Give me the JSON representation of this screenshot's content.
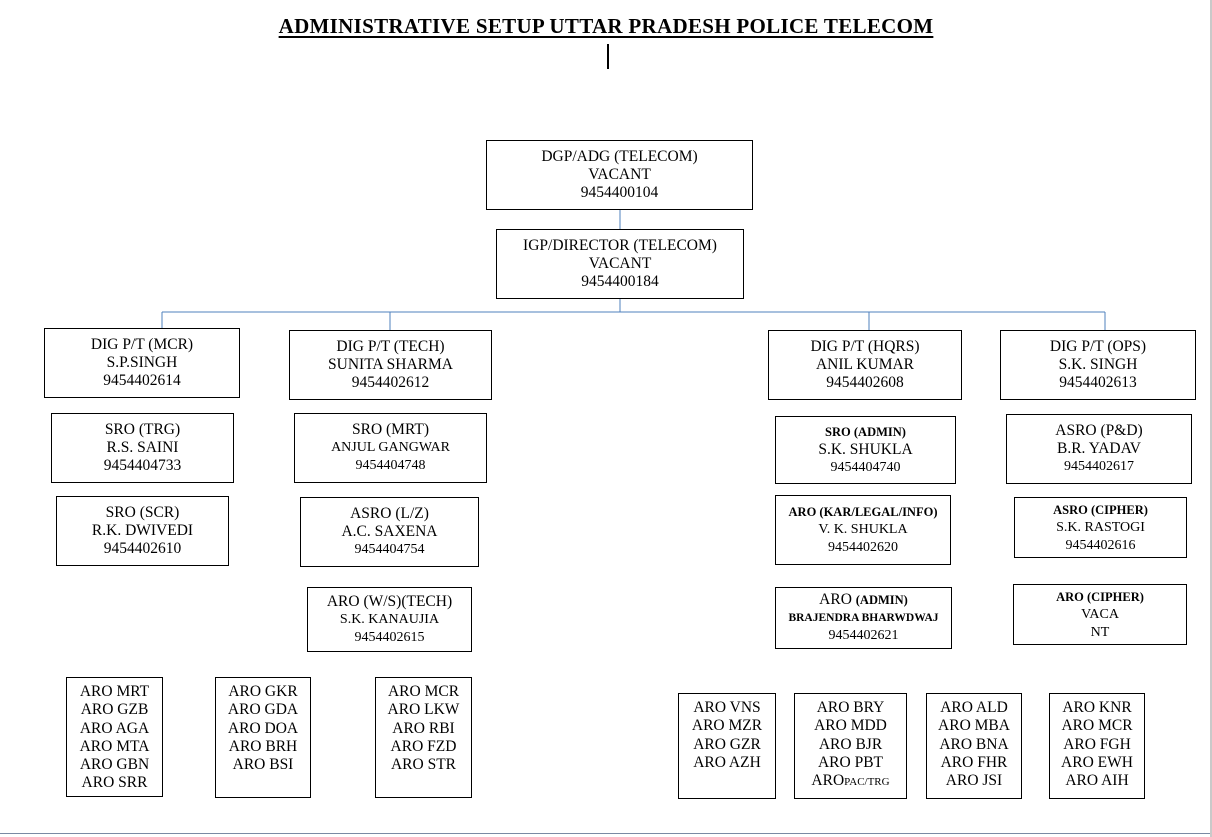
{
  "title": "ADMINISTRATIVE SETUP UTTAR PRADESH POLICE TELECOM",
  "top": {
    "dgp": {
      "title": "DGP/ADG  (TELECOM)",
      "name": "VACANT",
      "phone": "9454400104"
    },
    "igp": {
      "title": "IGP/DIRECTOR  (TELECOM)",
      "name": "VACANT",
      "phone": "9454400184"
    }
  },
  "dig": {
    "mcr": {
      "title": "DIG P/T (MCR)",
      "name": "S.P.SINGH",
      "phone": "9454402614"
    },
    "tech": {
      "title": "DIG P/T (TECH)",
      "name": "SUNITA  SHARMA",
      "phone": "9454402612"
    },
    "hqrs": {
      "title": "DIG P/T  (HQRS)",
      "name": "ANIL  KUMAR",
      "phone": "9454402608"
    },
    "ops": {
      "title": "DIG P/T  (OPS)",
      "name": "S.K. SINGH",
      "phone": "9454402613"
    }
  },
  "sub": {
    "sro_trg": {
      "title": "SRO (TRG)",
      "name": "R.S. SAINI",
      "phone": "9454404733"
    },
    "sro_scr": {
      "title": "SRO (SCR)",
      "name": "R.K. DWIVEDI",
      "phone": "9454402610"
    },
    "sro_mrt": {
      "title": "SRO (MRT)",
      "name": "ANJUL GANGWAR",
      "phone": "9454404748"
    },
    "asro_lz": {
      "title": "ASRO (L/Z)",
      "name": "A.C. SAXENA",
      "phone": "9454404754"
    },
    "aro_ws": {
      "title": "ARO (W/S)(TECH)",
      "name": "S.K. KANAUJIA",
      "phone": "9454402615"
    },
    "sro_admin": {
      "title": "SRO (ADMIN)",
      "name": "S.K. SHUKLA",
      "phone": "9454404740"
    },
    "aro_kar": {
      "title": "ARO (KAR/LEGAL/INFO)",
      "name": "V. K. SHUKLA",
      "phone": "9454402620"
    },
    "aro_admin": {
      "title_a": "ARO",
      "title_b": "(ADMIN)",
      "name": "BRAJENDRA BHARWDWAJ",
      "phone": "9454402621"
    },
    "asro_pd": {
      "title": "ASRO (P&D)",
      "name": "B.R. YADAV",
      "phone": "9454402617"
    },
    "asro_cipher": {
      "title": "ASRO (CIPHER)",
      "name": "S.K. RASTOGI",
      "phone": "9454402616"
    },
    "aro_cipher": {
      "title": "ARO (CIPHER)",
      "line2": "VACA",
      "line3": "NT"
    }
  },
  "aro_lists": [
    [
      "ARO MRT",
      "ARO GZB",
      "ARO AGA",
      "ARO MTA",
      "ARO GBN",
      "ARO SRR"
    ],
    [
      "ARO GKR",
      "ARO GDA",
      "ARO DOA",
      "ARO BRH",
      "ARO BSI"
    ],
    [
      "ARO MCR",
      "ARO LKW",
      "ARO RBI",
      "ARO FZD",
      "ARO STR"
    ],
    [
      "ARO VNS",
      "ARO MZR",
      "ARO GZR",
      "ARO AZH"
    ],
    [
      "ARO BRY",
      "ARO MDD",
      "ARO BJR",
      "ARO PBT"
    ],
    [
      "ARO ALD",
      "ARO MBA",
      "ARO BNA",
      "ARO FHR",
      "ARO JSI"
    ],
    [
      "ARO KNR",
      "ARO MCR",
      "ARO FGH",
      "ARO EWH",
      "ARO AIH"
    ]
  ],
  "aro_pac": {
    "a": "ARO",
    "b": "PAC/TRG"
  },
  "colors": {
    "connector": "#4f81bd",
    "text": "#000000",
    "border": "#000000"
  }
}
